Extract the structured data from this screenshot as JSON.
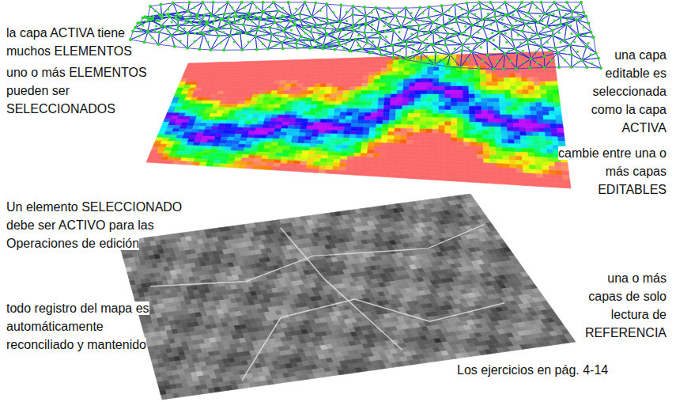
{
  "diagram": {
    "labels": [
      "la capa ACTIVA tiene muchos ELEMENTOS",
      "una capa editable es seleccionada como la capa ACTIVA",
      "uno o más ELEMENTOS pueden ser SELECCIONADOS",
      "cambie entre una o más capas EDITABLES",
      "Un elemento SELECCIONADO debe ser ACTIVO para las Operaciones de edición",
      "una o más capas de solo lectura de REFERENCIA",
      "todo registro del mapa es automáticamente reconciliado y mantenido",
      "Los ejercicios en pág. 4-14"
    ]
  }
}
